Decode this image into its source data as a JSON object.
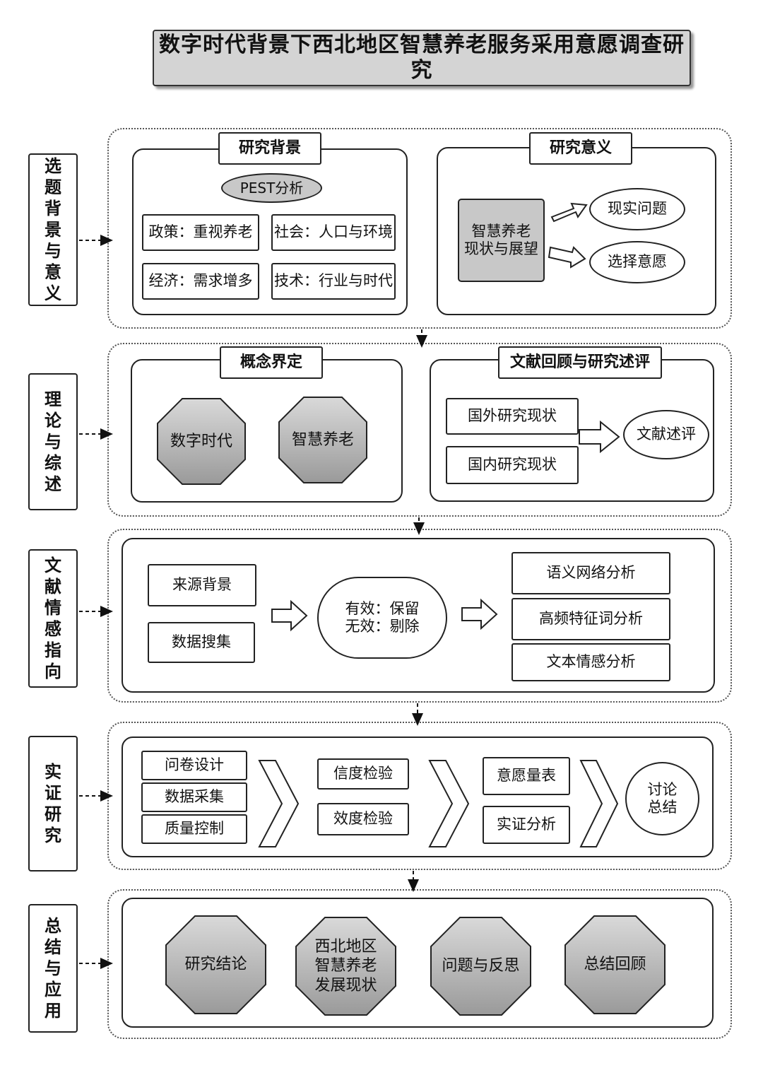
{
  "title": "数字时代背景下西北地区智慧养老服务采用意愿调查研究",
  "rows": {
    "r1": {
      "label": "选题背景与意义",
      "bg": {
        "title": "研究背景",
        "pest": "PEST分析",
        "policy": "政策：重视养老",
        "society": "社会：人口与环境",
        "economy": "经济：需求增多",
        "tech": "技术：行业与时代"
      },
      "sig": {
        "title": "研究意义",
        "center": "智慧养老\n现状与展望",
        "out1": "现实问题",
        "out2": "选择意愿"
      }
    },
    "r2": {
      "label": "理论与综述",
      "concept": {
        "title": "概念界定",
        "oct1": "数字时代",
        "oct2": "智慧养老"
      },
      "lit": {
        "title": "文献回顾与研究述评",
        "foreign": "国外研究现状",
        "domestic": "国内研究现状",
        "review": "文献述评"
      }
    },
    "r3": {
      "label": "文献情感指向",
      "source": "来源背景",
      "collect": "数据搜集",
      "filter": "有效：保留\n无效：剔除",
      "a1": "语义网络分析",
      "a2": "高频特征词分析",
      "a3": "文本情感分析"
    },
    "r4": {
      "label": "实证研究",
      "q1": "问卷设计",
      "q2": "数据采集",
      "q3": "质量控制",
      "t1": "信度检验",
      "t2": "效度检验",
      "m1": "意愿量表",
      "m2": "实证分析",
      "end": "讨论\n总结"
    },
    "r5": {
      "label": "总结与应用",
      "o1": "研究结论",
      "o2": "西北地区\n智慧养老\n发展现状",
      "o3": "问题与反思",
      "o4": "总结回顾"
    }
  },
  "colors": {
    "gray_fill": "#c8c8c8",
    "stroke": "#222222"
  }
}
